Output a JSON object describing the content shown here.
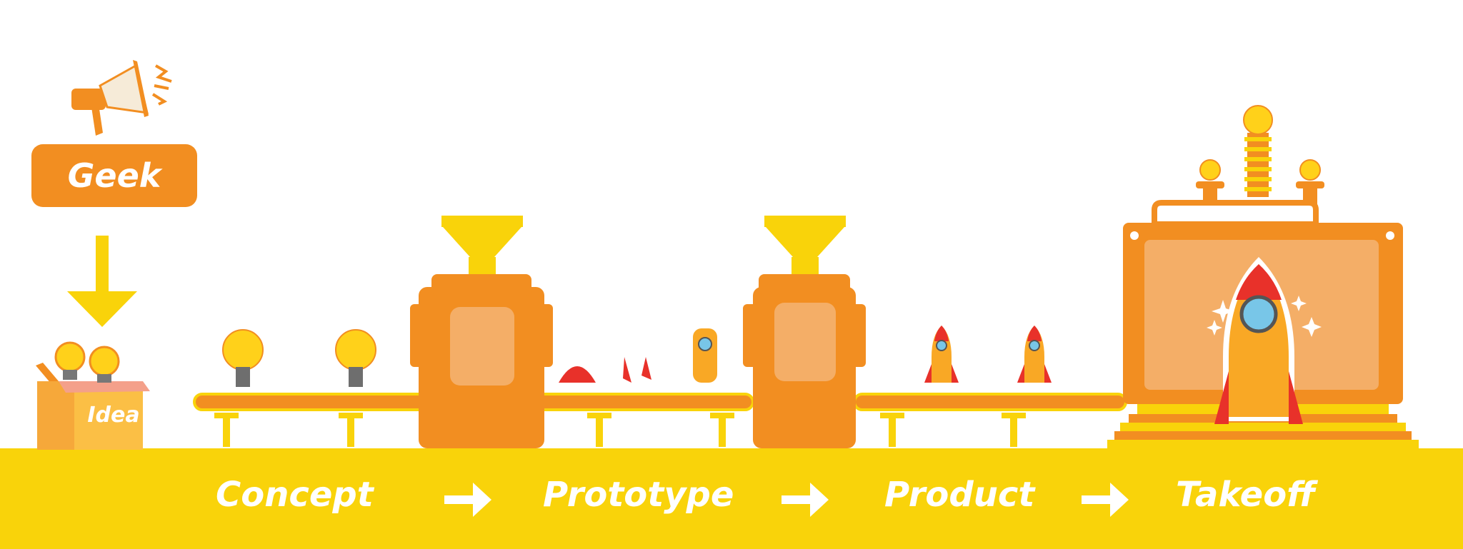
{
  "header": {
    "badge_label": "Geek",
    "box_label": "Idea"
  },
  "stages": [
    {
      "label": "Concept"
    },
    {
      "label": "Prototype"
    },
    {
      "label": "Product"
    },
    {
      "label": "Takeoff"
    }
  ],
  "colors": {
    "ground_yellow": "#F9D30A",
    "machine_orange": "#F28E21",
    "panel_light": "#F4AE67",
    "bulb_yellow": "#FFD11A",
    "accent_red": "#E8312A",
    "porthole_blue": "#78C6E8"
  },
  "icons": [
    "megaphone-icon",
    "down-arrow-icon",
    "lightbulb-icon",
    "rocket-icon",
    "right-arrow-icon"
  ]
}
